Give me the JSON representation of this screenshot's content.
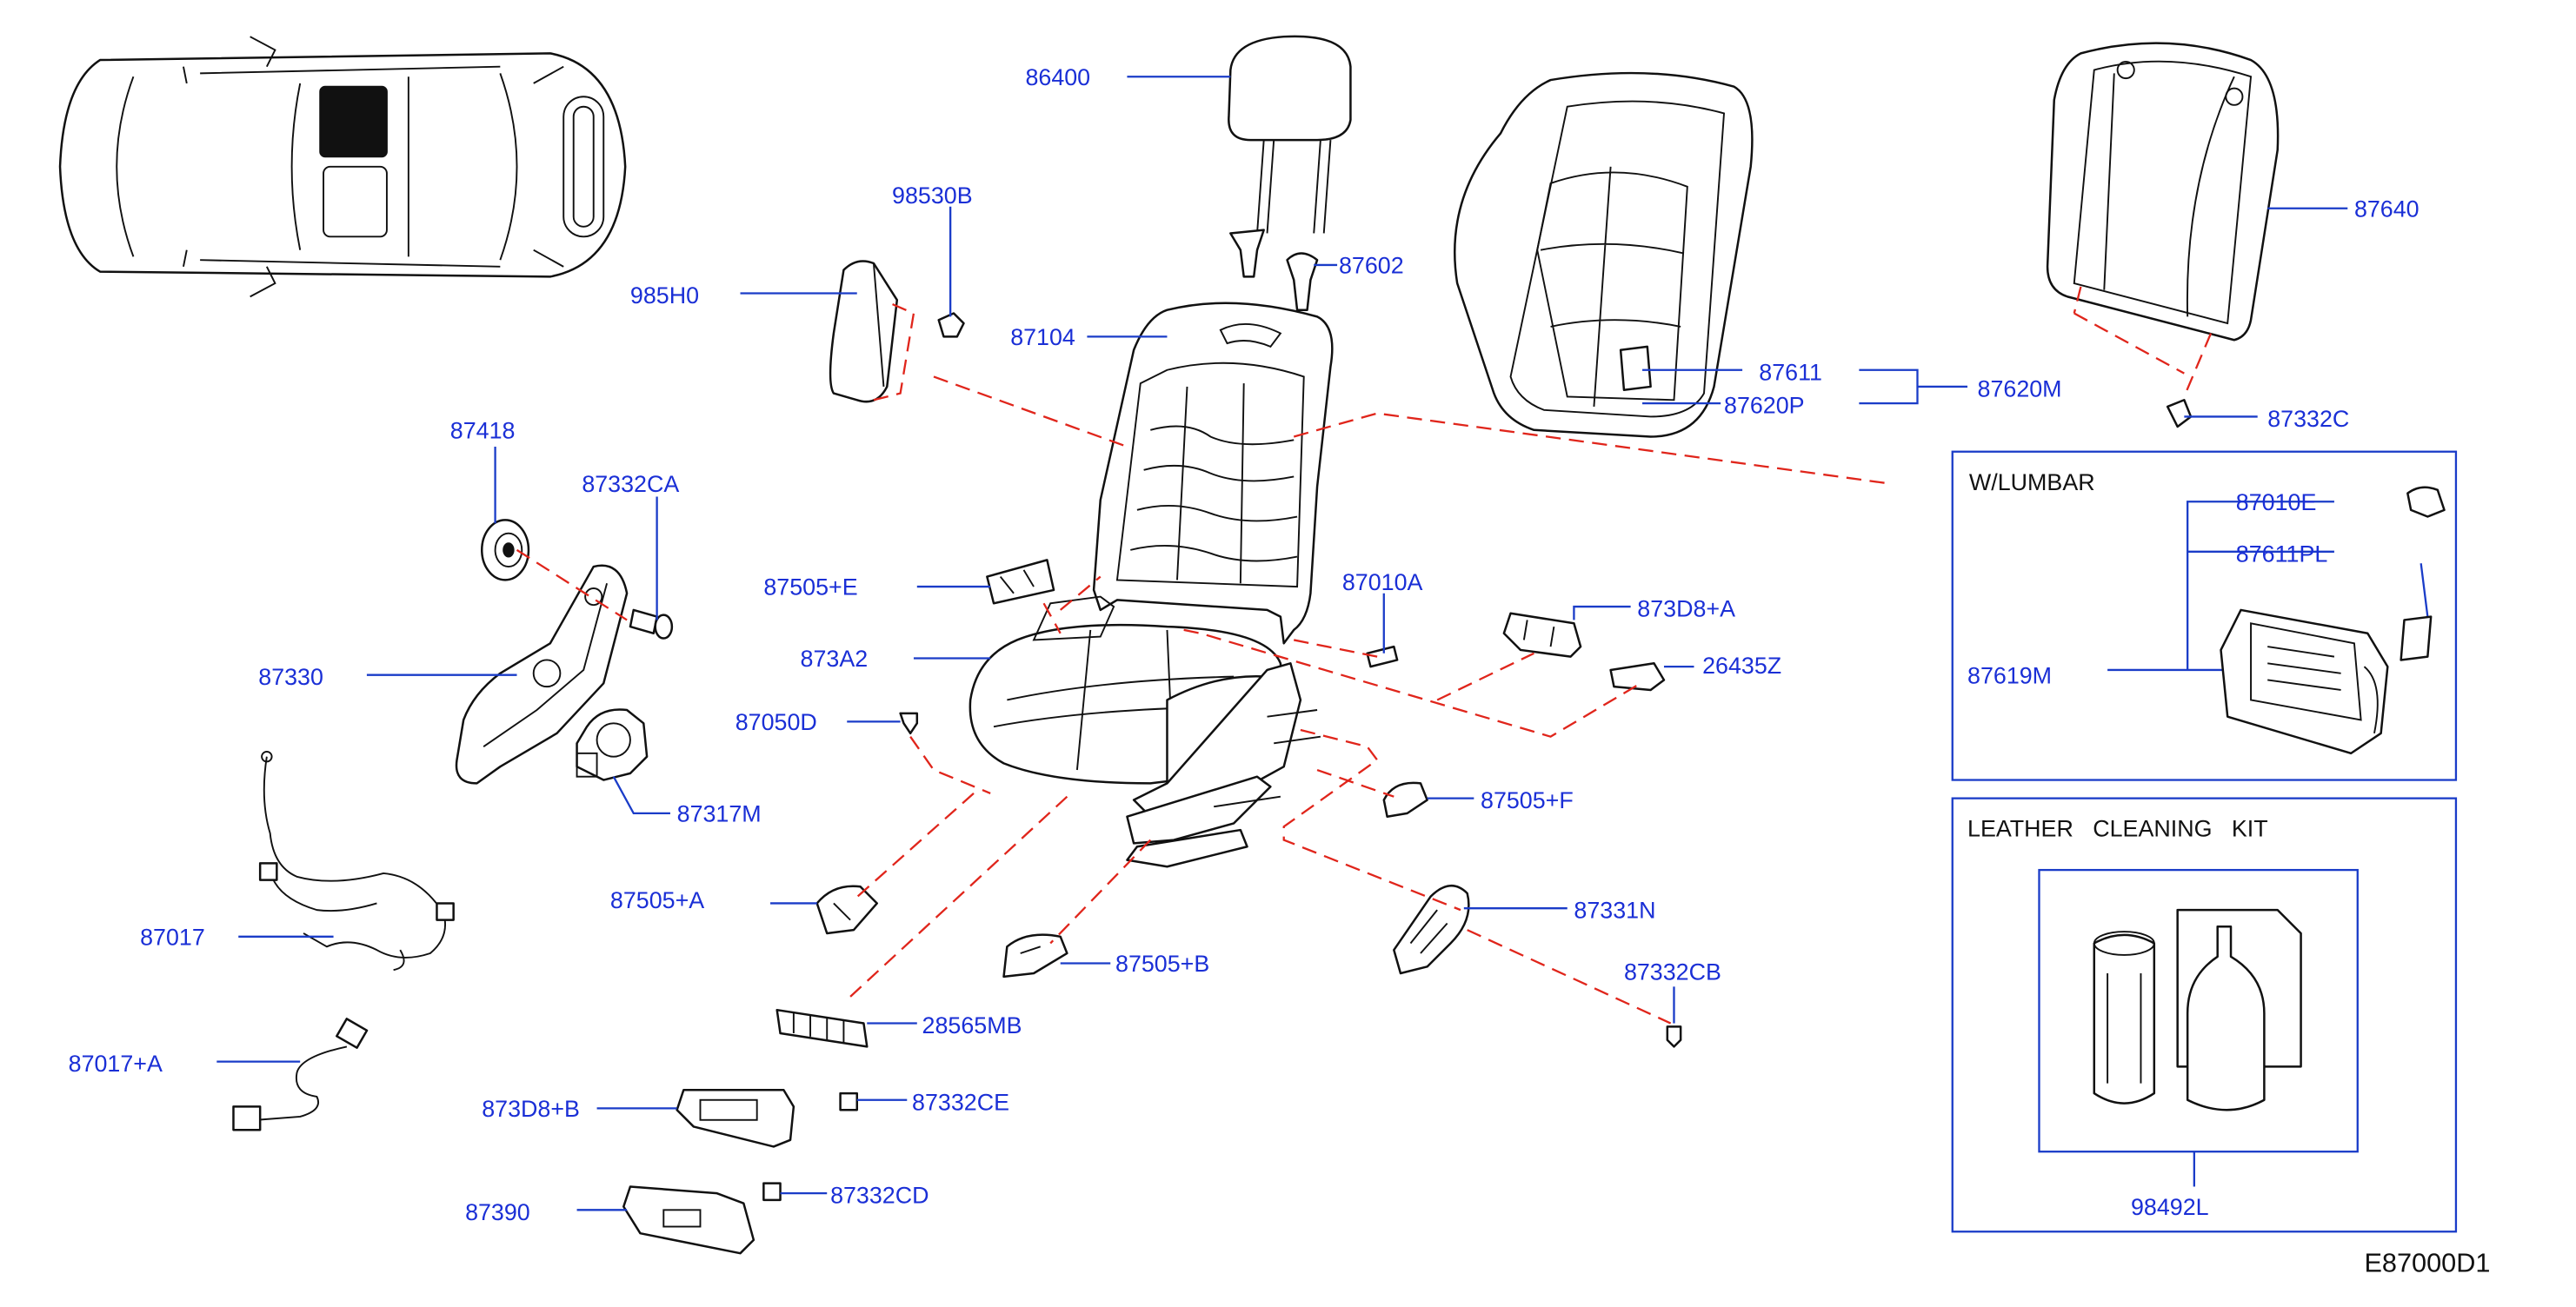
{
  "diagram_code": "E87000D1",
  "inset_lumbar": {
    "title": "W/LUMBAR"
  },
  "inset_kit": {
    "title": "LEATHER   CLEANING   KIT"
  },
  "parts": {
    "p86400": "86400",
    "p98530B": "98530B",
    "p985H0": "985H0",
    "p87602": "87602",
    "p87104": "87104",
    "p87611": "87611",
    "p87620P": "87620P",
    "p87620M": "87620M",
    "p87640": "87640",
    "p87332C": "87332C",
    "p87418": "87418",
    "p87332CA": "87332CA",
    "p87330": "87330",
    "p87505E": "87505+E",
    "p87010A": "87010A",
    "p873D8A": "873D8+A",
    "p873A2": "873A2",
    "p26435Z": "26435Z",
    "p87050D": "87050D",
    "p87317M": "87317M",
    "p87505F": "87505+F",
    "p87017": "87017",
    "p87505A": "87505+A",
    "p87331N": "87331N",
    "p87505B": "87505+B",
    "p87332CB": "87332CB",
    "p87017A": "87017+A",
    "p28565MB": "28565MB",
    "p873D8B": "873D8+B",
    "p87332CE": "87332CE",
    "p87390": "87390",
    "p87332CD": "87332CD",
    "p87010E": "87010E",
    "p87611PL": "87611PL",
    "p87619M": "87619M",
    "p98492L": "98492L"
  }
}
